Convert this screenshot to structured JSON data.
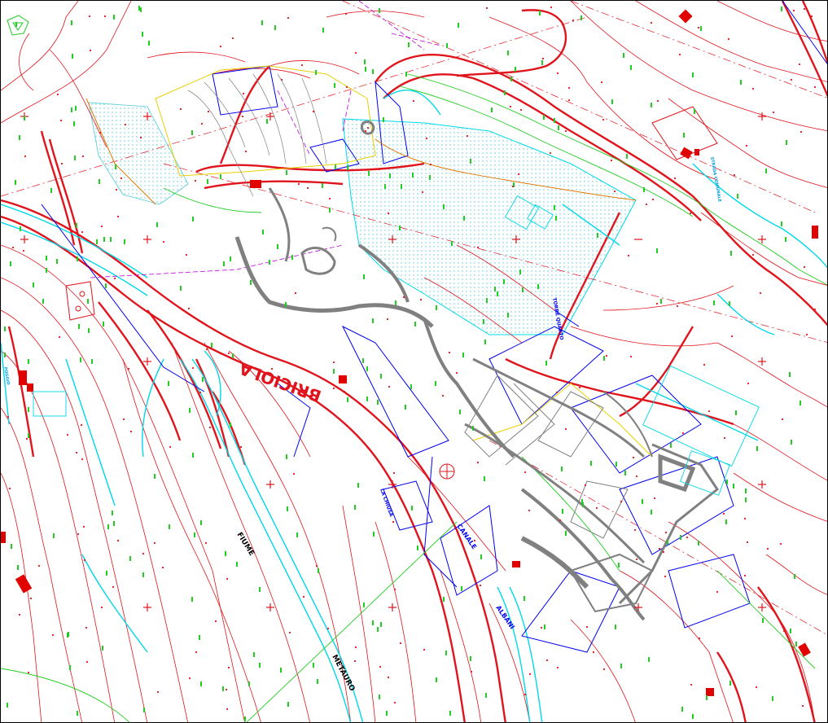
{
  "map": {
    "labels": {
      "fiume": "FIUME",
      "metauro": "METAURO",
      "canale": "CANALE",
      "albani": "ALBANI",
      "briciola": "BRICIOLA",
      "torre_quarto": "TORRE QUARTO",
      "la_chiusa": "LA CHIUSA",
      "strada_comunale": "STRADA COMUNALE",
      "poggio": "POGGIO"
    },
    "colors": {
      "contour": "#e0141c",
      "contour_heavy": "#e0141c",
      "water": "#00d8e8",
      "boundary": "#0000ee",
      "vegetation": "#22cc22",
      "excavation": "#808080",
      "hatch": "#a8e6ee",
      "magenta": "#c000e0",
      "yellow": "#e8d000",
      "orange": "#e07800",
      "building": "#e00000"
    },
    "icons": [
      "north-arrow-icon",
      "survey-cross-icon",
      "vegetation-mark-icon",
      "building-icon"
    ]
  }
}
